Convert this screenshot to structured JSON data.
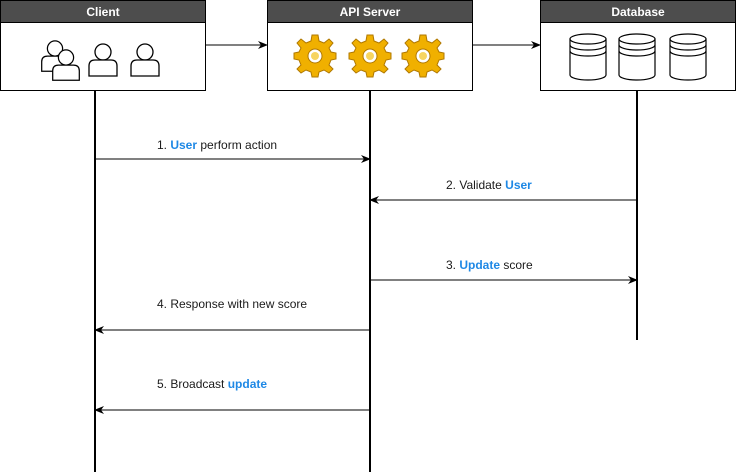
{
  "participants": {
    "client": {
      "title": "Client",
      "icon": "users-icon"
    },
    "api": {
      "title": "API Server",
      "icon": "gear-icon"
    },
    "db": {
      "title": "Database",
      "icon": "database-icon"
    }
  },
  "messages": [
    {
      "prefix": "1. ",
      "highlight": "User",
      "suffix": " perform action"
    },
    {
      "prefix": "2. Validate ",
      "highlight": "User",
      "suffix": ""
    },
    {
      "prefix": "3. ",
      "highlight": "Update",
      "suffix": " score"
    },
    {
      "prefix": "4. Response with new score",
      "highlight": "",
      "suffix": ""
    },
    {
      "prefix": "5. Broadcast ",
      "highlight": "update",
      "suffix": ""
    }
  ],
  "colors": {
    "header_bg": "#4d4d4d",
    "header_text": "#ffffff",
    "highlight": "#1e88e5",
    "gear_fill": "#f0b000",
    "line": "#000000"
  }
}
